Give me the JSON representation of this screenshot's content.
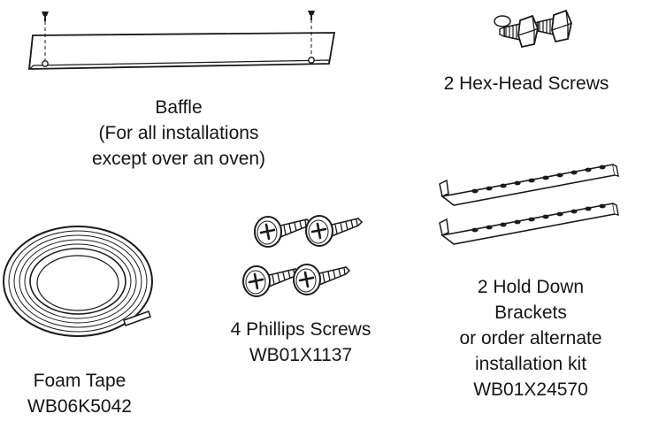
{
  "parts": {
    "baffle": {
      "lines": [
        "Baffle",
        "(For all installations",
        "except over an oven)"
      ],
      "icon": "baffle-plate-icon"
    },
    "hex_screws": {
      "lines": [
        "2 Hex-Head Screws"
      ],
      "icon": "hex-head-screw-icon"
    },
    "brackets": {
      "lines": [
        "2 Hold Down",
        "Brackets",
        "or order alternate",
        "installation kit",
        "WB01X24570"
      ],
      "icon": "hold-down-bracket-icon"
    },
    "phillips_screws": {
      "lines": [
        "4 Phillips Screws",
        "WB01X1137"
      ],
      "icon": "phillips-screw-icon"
    },
    "foam_tape": {
      "lines": [
        "Foam Tape",
        "WB06K5042"
      ],
      "icon": "foam-tape-roll-icon"
    }
  },
  "colors": {
    "line": "#1a1a1a",
    "fill": "#ffffff",
    "shade": "#d9d9d9"
  }
}
